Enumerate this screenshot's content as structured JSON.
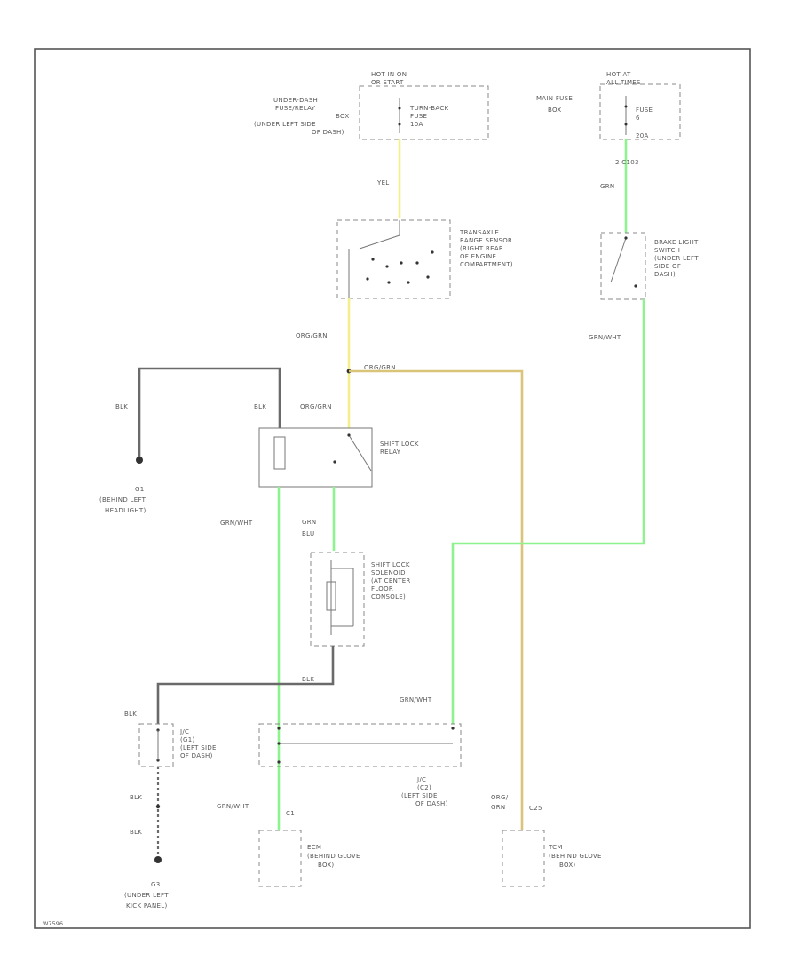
{
  "labels": {
    "hot_on": "HOT IN ON",
    "hot_on_2": "OR START",
    "underdash_1": "UNDER-DASH",
    "underdash_2": "FUSE/RELAY",
    "underdash_3": "BOX",
    "underdash_4": "(UNDER LEFT SIDE",
    "underdash_5": "OF DASH)",
    "turnback_1": "TURN-BACK",
    "turnback_2": "FUSE",
    "turnback_3": "10A",
    "hot_at": "HOT AT",
    "hot_at_2": "ALL TIMES",
    "mainfuse_1": "MAIN FUSE",
    "mainfuse_2": "BOX",
    "fuse_1": "FUSE",
    "fuse_2": "6",
    "fuse_3": "20A",
    "yel": "YEL",
    "grn_top": "GRN",
    "pin_c103": "2  C103",
    "trans_1": "TRANSAXLE",
    "trans_2": "RANGE SENSOR",
    "trans_3": "(RIGHT REAR",
    "trans_4": "OF ENGINE",
    "trans_5": "COMPARTMENT)",
    "brake_1": "BRAKE LIGHT",
    "brake_2": "SWITCH",
    "brake_3": "(UNDER LEFT",
    "brake_4": "SIDE OF",
    "brake_5": "DASH)",
    "org_grn_1": "ORG/GRN",
    "org_grn_2": "ORG/GRN",
    "org_grn_3": "ORG/GRN",
    "grn_wht_1": "GRN/WHT",
    "blk_1": "BLK",
    "blk_2": "BLK",
    "shift_relay_1": "SHIFT LOCK",
    "shift_relay_2": "RELAY",
    "g1_1": "G1",
    "g1_2": "(BEHIND LEFT",
    "g1_3": "HEADLIGHT)",
    "grn_wht_2": "GRN/WHT",
    "grn_blu_1": "GRN",
    "grn_blu_2": "BLU",
    "solenoid_1": "SHIFT LOCK",
    "solenoid_2": "SOLENOID",
    "solenoid_3": "(AT CENTER",
    "solenoid_4": "FLOOR",
    "solenoid_5": "CONSOLE)",
    "blk_3": "BLK",
    "blk_4": "BLK",
    "grn_wht_3": "GRN/WHT",
    "jc_1": "J/C",
    "jc_2": "(G1)",
    "jc_3": "(LEFT SIDE",
    "jc_4": "OF DASH)",
    "blk_5": "BLK",
    "blk_6": "BLK",
    "grn_wht_4": "GRN/WHT",
    "c1": "C1",
    "jc2_1": "J/C",
    "jc2_2": "(C2)",
    "jc2_3": "(LEFT SIDE",
    "jc2_4": "OF DASH)",
    "org_grn_4": "ORG/",
    "org_grn_5": "GRN",
    "c25": "C25",
    "ecm_1": "ECM",
    "ecm_2": "(BEHIND GLOVE",
    "ecm_3": "BOX)",
    "tcm_1": "TCM",
    "tcm_2": "(BEHIND GLOVE",
    "tcm_3": "BOX)",
    "g3_1": "G3",
    "g3_2": "(UNDER LEFT",
    "g3_3": "KICK PANEL)",
    "ref_code": "W7596"
  },
  "colors": {
    "green_wire": "#8ef28e",
    "yellow_wire": "#f3f08a",
    "orange_wire": "#d9c47a",
    "ground_wire": "#6a6a6a"
  }
}
